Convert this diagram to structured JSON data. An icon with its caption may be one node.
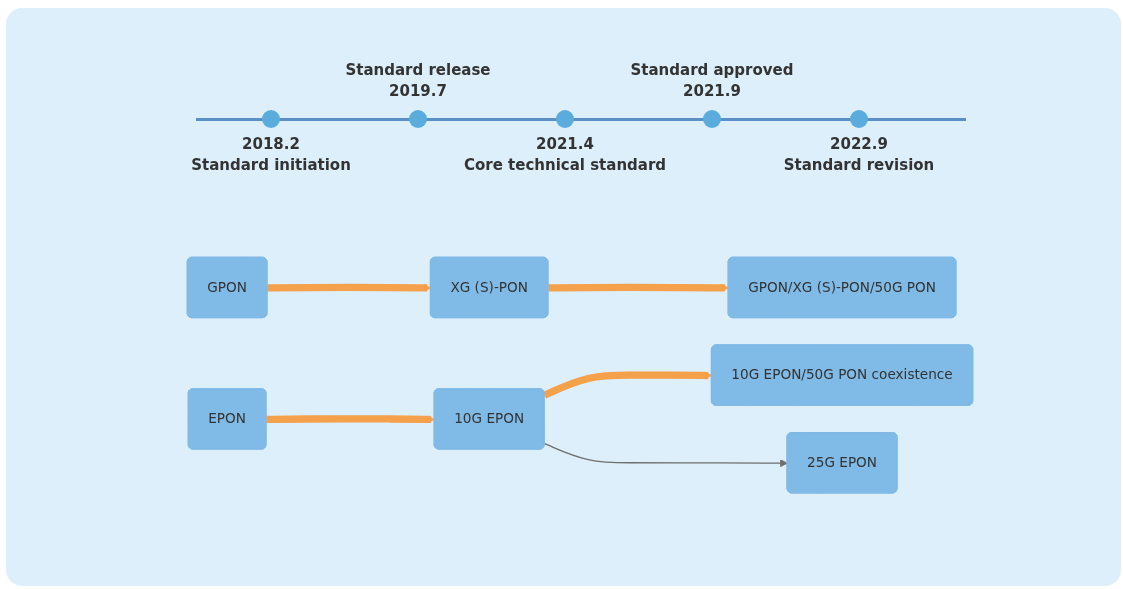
{
  "diagram": {
    "nodes": [
      {
        "text": [
          "GPON"
        ]
      },
      {
        "text": [
          "XG (S)-PON"
        ]
      },
      {
        "text": [
          "GPON/XG (S)-PON/50G PON"
        ]
      },
      {
        "text": [
          "10G EPON/50G PON coexistence"
        ]
      },
      {
        "text": [
          "EPON"
        ]
      },
      {
        "text": [
          "10G EPON"
        ]
      },
      {
        "text": [
          "25G EPON"
        ]
      }
    ],
    "edges": [
      {
        "from": 0,
        "to": 1,
        "arrow": "to"
      },
      {
        "from": 1,
        "to": 2,
        "arrow": "to"
      },
      {
        "from": 5,
        "to": 3,
        "arrow": "to"
      },
      {
        "from": 4,
        "to": 5,
        "arrow": "to"
      },
      {
        "from": 5,
        "to": 6,
        "arrow": "to",
        "color": "#6d6e70"
      }
    ],
    "labels": [
      "2018.2",
      "Standard initiation",
      "Standard release",
      "2019.7",
      "2021.4",
      "Core technical standard",
      "Standard approved",
      "2021.9",
      "2022.9",
      "Standard revision"
    ]
  }
}
